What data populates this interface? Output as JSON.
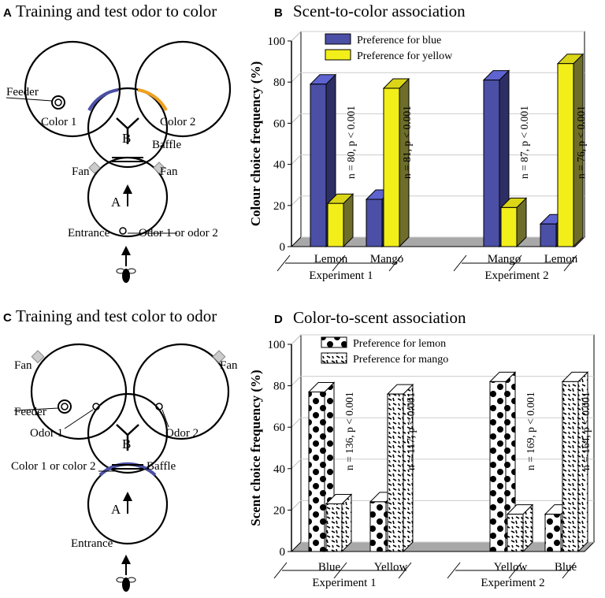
{
  "panels": {
    "A": {
      "letter": "A",
      "title": "Training and test odor to color"
    },
    "B": {
      "letter": "B",
      "title": "Scent-to-color association"
    },
    "C": {
      "letter": "C",
      "title": "Training and test color to odor"
    },
    "D": {
      "letter": "D",
      "title": "Color-to-scent association"
    }
  },
  "diagram_a": {
    "feeder": "Feeder",
    "color1": "Color 1",
    "color2": "Color 2",
    "chamber_b": "B",
    "baffle": "Baffle",
    "fan_left": "Fan",
    "fan_right": "Fan",
    "chamber_a": "A",
    "entrance": "Entrance",
    "odor": "Odor 1 or odor 2"
  },
  "diagram_c": {
    "fan_left": "Fan",
    "fan_right": "Fan",
    "feeder": "Feeder",
    "odor1": "Odor 1",
    "odor2": "Odor 2",
    "chamber_b": "B",
    "color": "Color 1 or color 2",
    "baffle": "Baffle",
    "chamber_a": "A",
    "entrance": "Entrance"
  },
  "colors": {
    "blue": "#4b4fa6",
    "yellow": "#f2ee1a",
    "red": "#d6281d",
    "orange": "#f0a020",
    "olive": "#6e6e2a",
    "floor": "#a8a8a8"
  },
  "chart_data": [
    {
      "type": "bar",
      "ylabel": "Colour choice frequency (%)",
      "ylim": [
        0,
        100
      ],
      "yticks": [
        "0",
        "20",
        "40",
        "60",
        "80",
        "100"
      ],
      "legend": [
        "Preference for blue",
        "Preference for yellow"
      ],
      "groups": [
        {
          "experiment": "Experiment 1",
          "categories": [
            "Lemon",
            "Mango"
          ]
        },
        {
          "experiment": "Experiment 2",
          "categories": [
            "Mango",
            "Lemon"
          ]
        }
      ],
      "series": [
        {
          "name": "Preference for blue",
          "values": [
            79,
            23,
            81,
            11
          ]
        },
        {
          "name": "Preference for yellow",
          "values": [
            21,
            77,
            19,
            89
          ]
        }
      ],
      "annotations": [
        "n = 80, p < 0.001",
        "n = 81, p < 0.001",
        "n = 87, p < 0.001",
        "n = 76, p < 0.001"
      ]
    },
    {
      "type": "bar",
      "ylabel": "Scent choice frequency (%)",
      "ylim": [
        0,
        100
      ],
      "yticks": [
        "0",
        "20",
        "40",
        "60",
        "80",
        "100"
      ],
      "legend": [
        "Preference for lemon",
        "Preference for mango"
      ],
      "groups": [
        {
          "experiment": "Experiment 1",
          "categories": [
            "Blue",
            "Yellow"
          ]
        },
        {
          "experiment": "Experiment 2",
          "categories": [
            "Yellow",
            "Blue"
          ]
        }
      ],
      "series": [
        {
          "name": "Preference for lemon",
          "values": [
            77,
            24,
            82,
            18
          ]
        },
        {
          "name": "Preference for mango",
          "values": [
            23,
            76,
            18,
            82
          ]
        }
      ],
      "annotations": [
        "n = 136, p < 0.001",
        "n = 117, p < 0.001",
        "n = 169, p < 0.001",
        "n = 164, p < 0.001"
      ]
    }
  ]
}
